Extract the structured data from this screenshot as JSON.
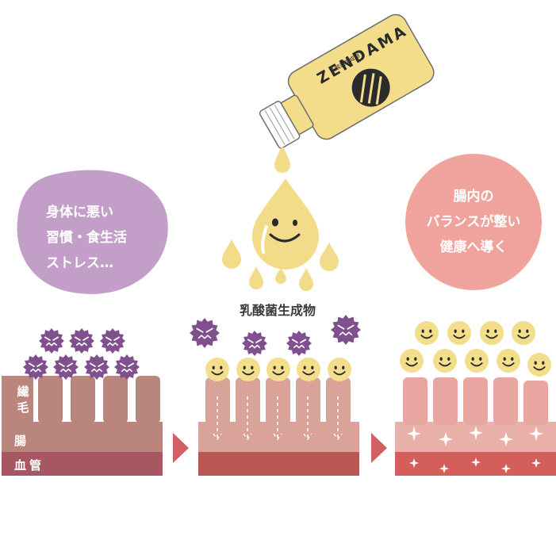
{
  "bubble_left": {
    "lines": [
      "身体に悪い",
      "習慣・食生活",
      "ストレス…"
    ]
  },
  "bubble_right": {
    "lines": [
      "腸内の",
      "バランスが整い",
      "健康へ導く"
    ]
  },
  "caption": "乳酸菌生成物",
  "labels": {
    "villus": "繊毛",
    "intestine": "腸",
    "vessel": "血管"
  },
  "bottle": {
    "brand": "ZENDAMA",
    "subtitle": "乳酸菌生成物"
  },
  "colors": {
    "bad_bubble": "#c39ec8",
    "good_bubble": "#efa39c",
    "drop": "#f2dc8a",
    "bad_microbe": "#7f4f8e",
    "smiley": "#f3de8c",
    "tissue_bad": "#b9857c",
    "tissue_mid": "#d9a39a",
    "tissue_good": "#eab1aa",
    "vessel_bad": "#a65762",
    "vessel_good": "#d45f5a",
    "arrow": "#d16064"
  }
}
